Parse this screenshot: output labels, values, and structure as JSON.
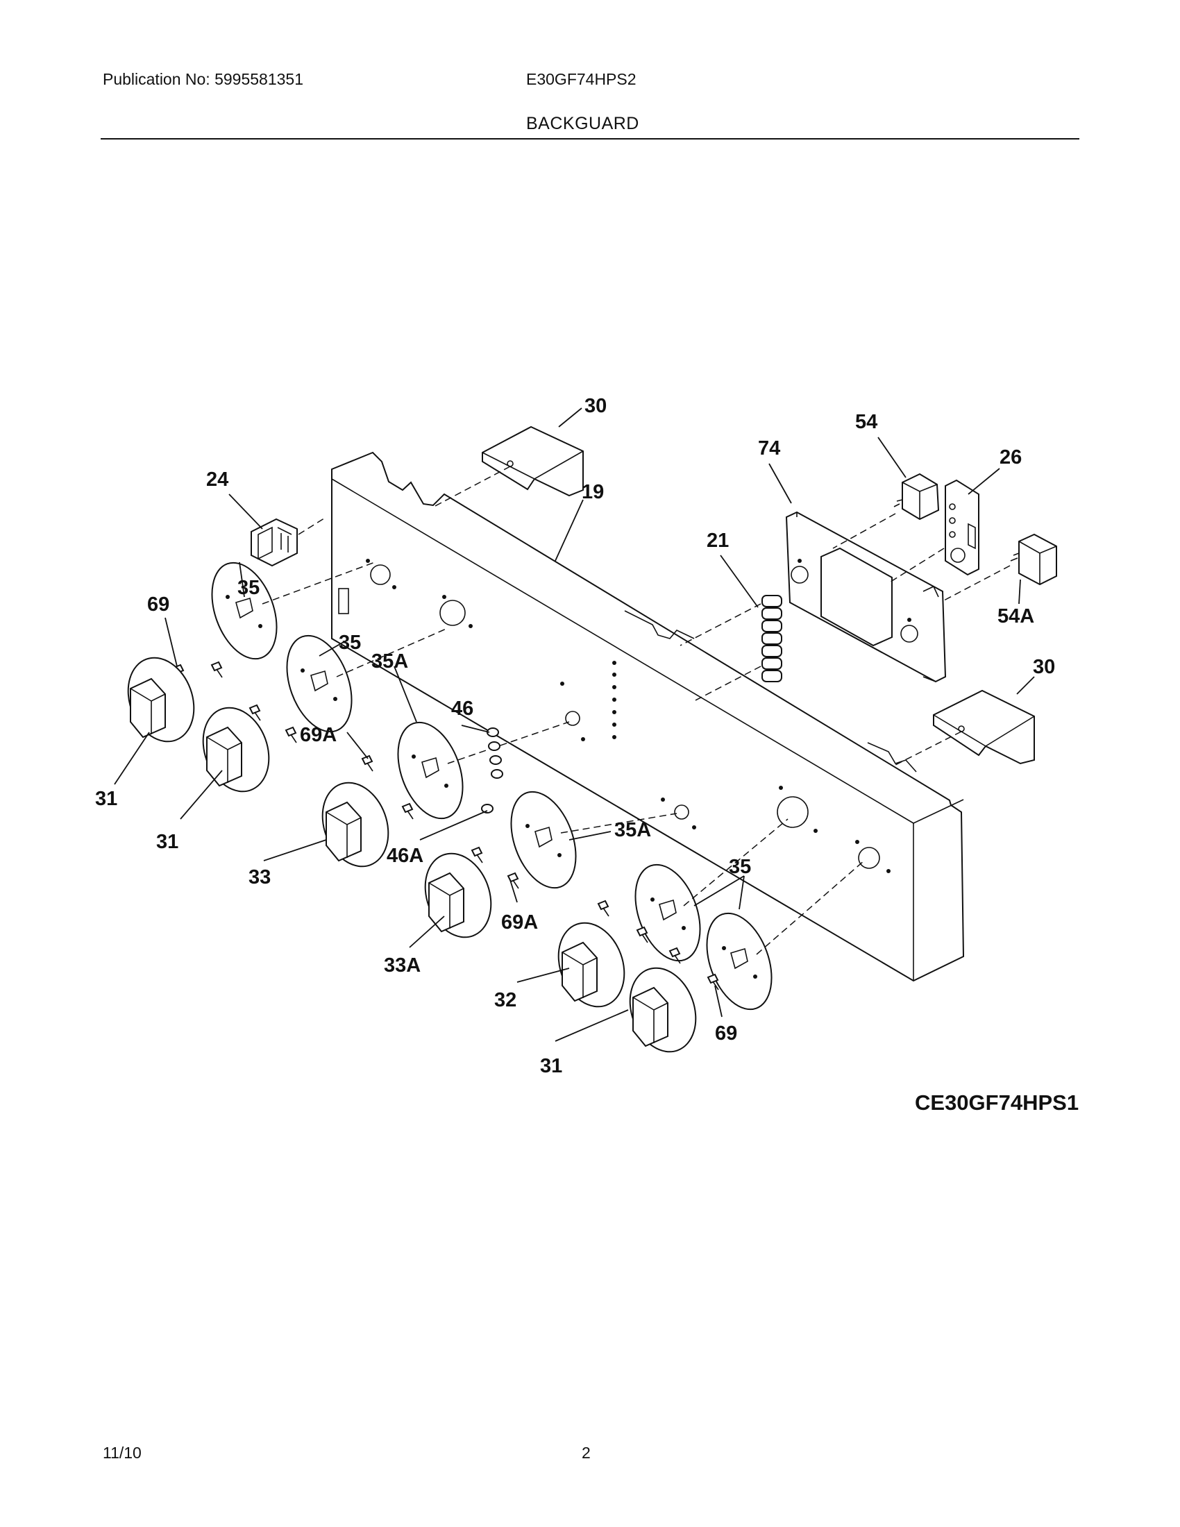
{
  "header": {
    "publication": "Publication No: 5995581351",
    "model": "E30GF74HPS2",
    "section_title": "BACKGUARD"
  },
  "diagram": {
    "code": "CE30GF74HPS1",
    "callouts": [
      {
        "id": "c30a",
        "label": "30"
      },
      {
        "id": "c19",
        "label": "19"
      },
      {
        "id": "c24",
        "label": "24"
      },
      {
        "id": "c74",
        "label": "74"
      },
      {
        "id": "c54",
        "label": "54"
      },
      {
        "id": "c26",
        "label": "26"
      },
      {
        "id": "c21",
        "label": "21"
      },
      {
        "id": "c54A",
        "label": "54A"
      },
      {
        "id": "c69a",
        "label": "69"
      },
      {
        "id": "c35a",
        "label": "35"
      },
      {
        "id": "c35b",
        "label": "35"
      },
      {
        "id": "c35A1",
        "label": "35A"
      },
      {
        "id": "c46",
        "label": "46"
      },
      {
        "id": "c30b",
        "label": "30"
      },
      {
        "id": "c69A1",
        "label": "69A"
      },
      {
        "id": "c31a",
        "label": "31"
      },
      {
        "id": "c31b",
        "label": "31"
      },
      {
        "id": "c33",
        "label": "33"
      },
      {
        "id": "c46A",
        "label": "46A"
      },
      {
        "id": "c35A2",
        "label": "35A"
      },
      {
        "id": "c35c",
        "label": "35"
      },
      {
        "id": "c69A2",
        "label": "69A"
      },
      {
        "id": "c33A",
        "label": "33A"
      },
      {
        "id": "c32",
        "label": "32"
      },
      {
        "id": "c69b",
        "label": "69"
      },
      {
        "id": "c31c",
        "label": "31"
      }
    ]
  },
  "footer": {
    "date": "11/10",
    "page": "2"
  }
}
